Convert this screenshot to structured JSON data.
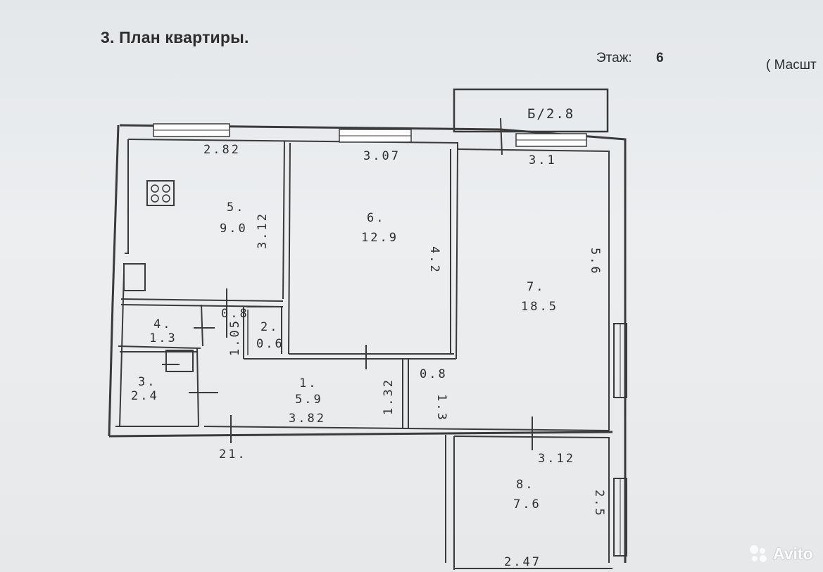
{
  "header": {
    "title": "3.  План квартиры.",
    "floor_label": "Этаж:",
    "floor_value": "6",
    "scale_label": "( Масшт"
  },
  "balcony": {
    "label": "Б/2.8"
  },
  "rooms": [
    {
      "number": "5.",
      "area": "9.0"
    },
    {
      "number": "6.",
      "area": "12.9"
    },
    {
      "number": "7.",
      "area": "18.5"
    },
    {
      "number": "4.",
      "area": "1.3"
    },
    {
      "number": "2.",
      "area": "0.6"
    },
    {
      "number": "3.",
      "area": "2.4"
    },
    {
      "number": "1.",
      "area": "5.9"
    },
    {
      "number": "8.",
      "area": "7.6"
    }
  ],
  "dimensions": {
    "kitchen_width": "2.82",
    "kitchen_depth": "3.12",
    "room6_width": "3.07",
    "room6_depth": "4.2",
    "room7_width": "3.1",
    "room7_depth": "5.6",
    "bath_width": "0.8",
    "wc_depth": "1.05",
    "corridor_length": "3.82",
    "corridor_depth": "1.32",
    "passage_width": "0.8",
    "passage_depth": "1.3",
    "room8_top": "3.12",
    "room8_depth": "2.5",
    "room8_bottom": "2.47",
    "wall_mark": "21."
  },
  "watermark": "Avito"
}
